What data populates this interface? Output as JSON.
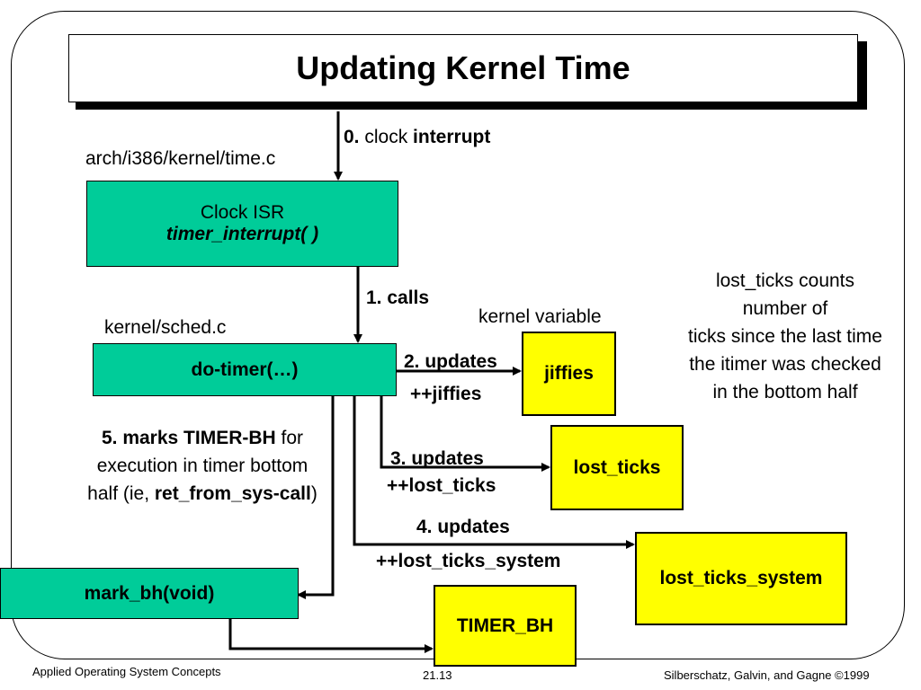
{
  "title": "Updating Kernel Time",
  "labels": {
    "clock_num": "0.",
    "clock_word": " clock ",
    "clock_interrupt": "interrupt",
    "file_time": "arch/i386/kernel/time.c",
    "file_sched": "kernel/sched.c",
    "kernel_variable": "kernel variable",
    "calls": "1.  calls",
    "updates2": "2. updates",
    "inc_jiffies": "++jiffies",
    "updates3": "3.  updates",
    "inc_lost_ticks": "++lost_ticks",
    "updates4": "4.  updates",
    "inc_lost_ticks_system": "++lost_ticks_system",
    "marks_prefix": "5.  marks TIMER-BH",
    "marks_for": " for",
    "marks_line2": "execution in timer bottom",
    "marks_line3_a": "half (ie, ",
    "marks_line3_b": "ret_from_sys-call",
    "marks_line3_c": ")",
    "note_1": "lost_ticks counts",
    "note_2": "number of",
    "note_3": "ticks since the last time",
    "note_4": "the itimer was checked",
    "note_5": "in the bottom half"
  },
  "boxes": {
    "clock_isr_title": "Clock ISR",
    "clock_isr_func": "timer_interrupt( )",
    "do_timer": "do-timer(…)",
    "mark_bh": "mark_bh(void)",
    "jiffies": "jiffies",
    "lost_ticks": "lost_ticks",
    "lost_ticks_system": "lost_ticks_system",
    "timer_bh": "TIMER_BH"
  },
  "footer": {
    "left": "Applied Operating System Concepts",
    "center": "21.13",
    "right": "Silberschatz, Galvin, and Gagne ©1999"
  },
  "colors": {
    "green_box": "#00cc99",
    "yellow_box": "#ffff00"
  }
}
